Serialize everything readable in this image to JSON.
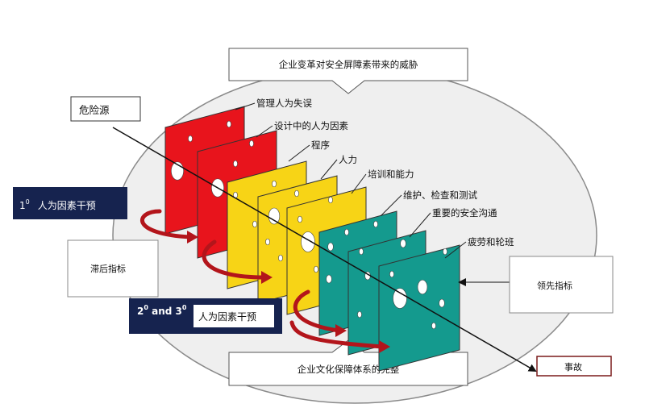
{
  "top_box": {
    "text": "企业变革对安全屏障素带来的威胁"
  },
  "bottom_box": {
    "text": "企业文化保障体系的完整"
  },
  "hazard_box": {
    "text": "危险源"
  },
  "lagging_box": {
    "text": "滞后指标"
  },
  "leading_box": {
    "text": "领先指标"
  },
  "accident_box": {
    "text": "事故"
  },
  "primary_box": {
    "prefix": "1",
    "sup": "0",
    "text": "人为因素干预"
  },
  "secondary_box": {
    "prefix": "2",
    "sup1": "0",
    "mid": " and 3",
    "sup2": "0",
    "text": "人为因素干预"
  },
  "plate_labels": [
    "管理人为失误",
    "设计中的人为因素",
    "程序",
    "人力",
    "培训和能力",
    "维护、检查和测试",
    "重要的安全沟通",
    "疲劳和轮班"
  ],
  "colors": {
    "red": "#e8141c",
    "yellow": "#f7d416",
    "teal": "#149a8e",
    "navy": "#16234f",
    "arrow": "#b3151b"
  }
}
